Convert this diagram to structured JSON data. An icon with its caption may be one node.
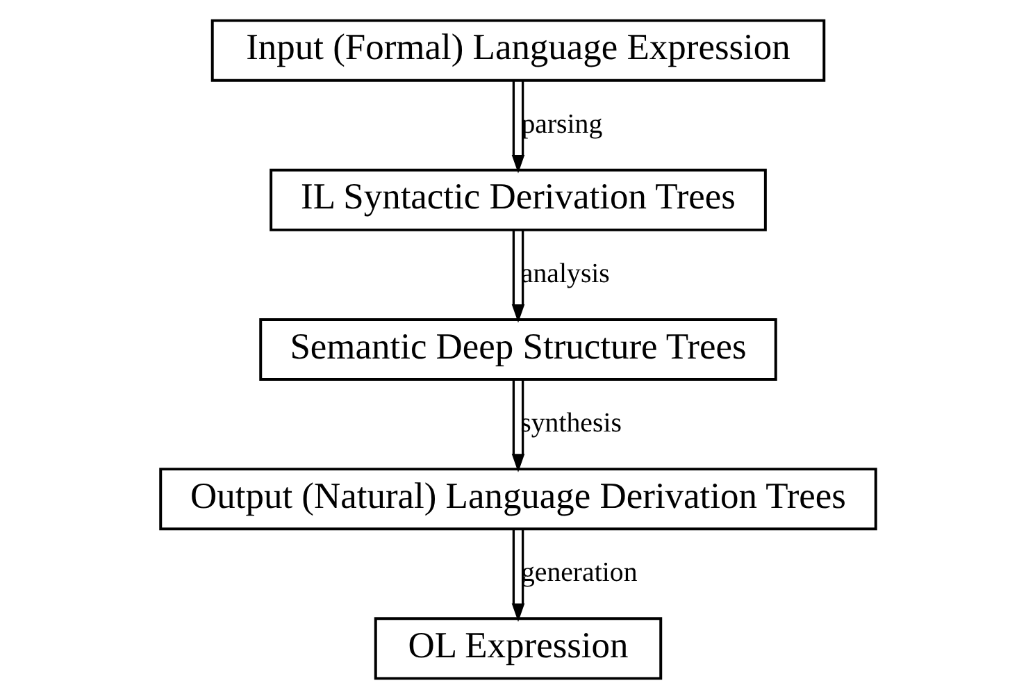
{
  "diagram": {
    "nodes": [
      {
        "text": [
          "Input (Formal) Language Expression"
        ]
      },
      {
        "text": [
          "IL Syntactic Derivation Trees"
        ]
      },
      {
        "text": [
          "Semantic Deep Structure Trees"
        ]
      },
      {
        "text": [
          "Output (Natural) Language Derivation Trees"
        ]
      },
      {
        "text": [
          "OL Expression"
        ]
      }
    ],
    "edges": [
      {
        "from": 0,
        "to": 1,
        "arrow": "to",
        "label": "parsing"
      },
      {
        "from": 1,
        "to": 2,
        "arrow": "to",
        "label": "analysis"
      },
      {
        "from": 2,
        "to": 3,
        "arrow": "to",
        "label": "synthesis"
      },
      {
        "from": 3,
        "to": 4,
        "arrow": "to",
        "label": "generation"
      }
    ]
  }
}
